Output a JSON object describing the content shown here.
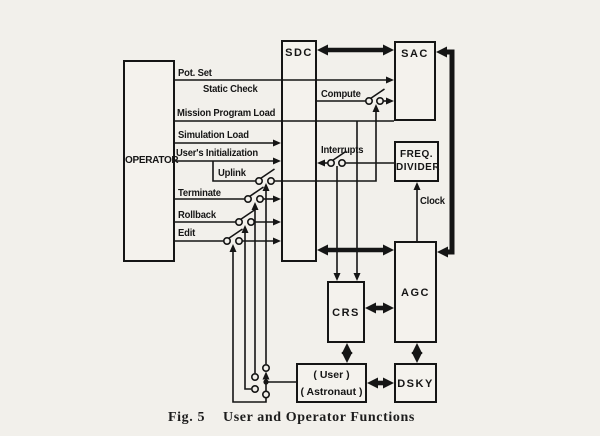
{
  "figure": {
    "caption_prefix": "Fig. 5",
    "caption_title": "User and Operator Functions"
  },
  "diagram": {
    "boxes": {
      "operator": "OPERATOR",
      "sdc": "SDC",
      "sac": "SAC",
      "freq_divider_line1": "FREQ.",
      "freq_divider_line2": "DIVIDER",
      "agc": "AGC",
      "crs": "CRS",
      "user_line1": "( User )",
      "user_line2": "( Astronaut )",
      "dsky": "DSKY"
    },
    "labels": {
      "pot_set": "Pot. Set",
      "static_check": "Static Check",
      "mission_program_load": "Mission Program Load",
      "simulation_load": "Simulation Load",
      "users_initialization": "User's Initialization",
      "uplink": "Uplink",
      "terminate": "Terminate",
      "rollback": "Rollback",
      "edit": "Edit",
      "compute": "Compute",
      "interrupts": "Interrupts",
      "clock": "Clock"
    },
    "colors": {
      "line": "#151515",
      "paper": "#f2f0eb",
      "box_fill": "#f4f2ed"
    }
  }
}
